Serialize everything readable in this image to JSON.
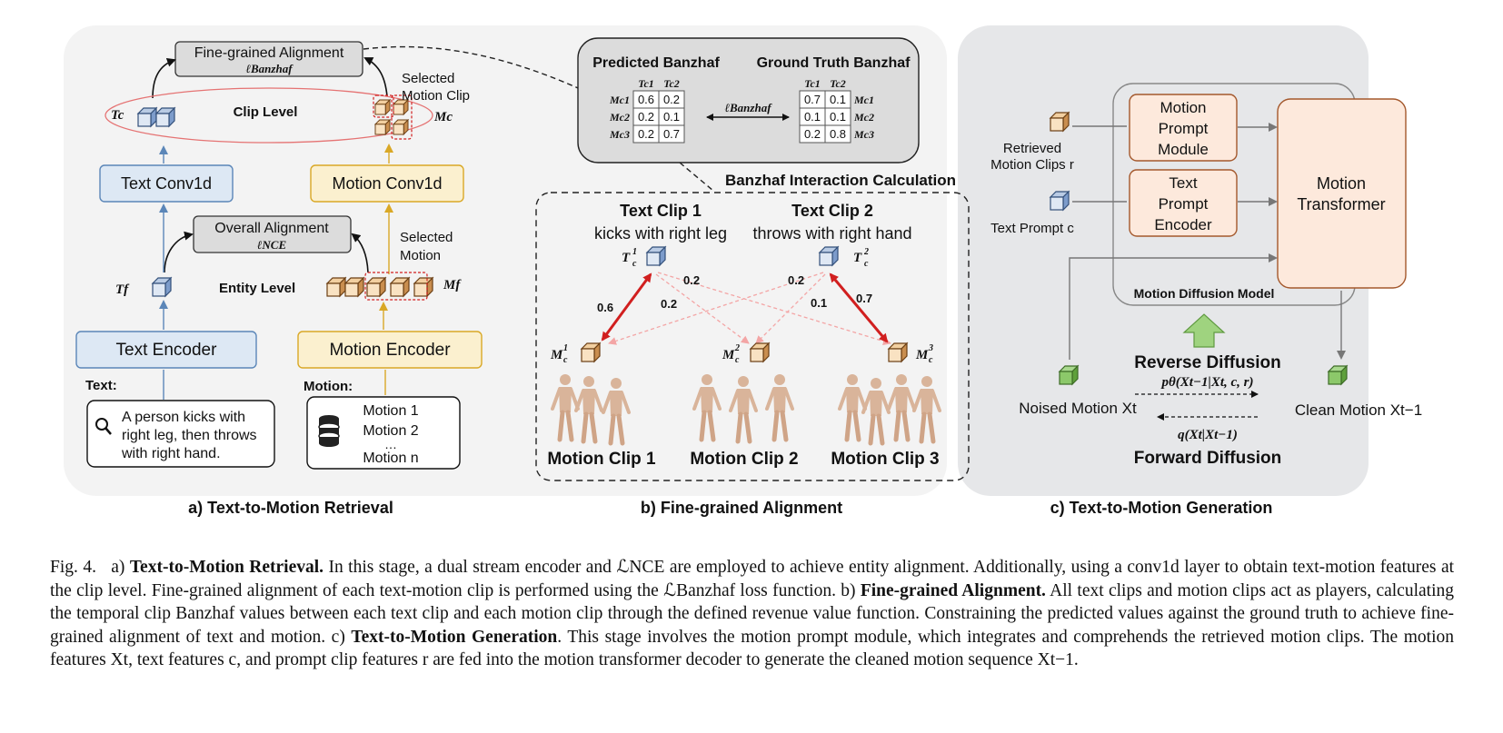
{
  "panel_a": {
    "title": "a) Text-to-Motion Retrieval",
    "fine_alignment": "Fine-grained Alignment",
    "fine_loss": "ℓBanzhaf",
    "tc": "Tc",
    "clip_level": "Clip Level",
    "selected_motion_clip_1": "Selected",
    "selected_motion_clip_2": "Motion Clip",
    "mc": "Mc",
    "text_conv": "Text Conv1d",
    "motion_conv": "Motion Conv1d",
    "overall_alignment": "Overall Alignment",
    "overall_loss": "ℓNCE",
    "selected_motion_1": "Selected",
    "selected_motion_2": "Motion",
    "tf": "Tf",
    "entity_level": "Entity Level",
    "mf": "Mf",
    "text_encoder": "Text Encoder",
    "motion_encoder": "Motion Encoder",
    "text_label": "Text:",
    "text_content": [
      "A person kicks with",
      "right leg, then throws",
      "with right hand."
    ],
    "motion_label": "Motion:",
    "motion_items": [
      "Motion 1",
      "Motion 2",
      "…",
      "Motion n"
    ]
  },
  "panel_b": {
    "title": "b) Fine-grained Alignment",
    "predicted": "Predicted Banzhaf",
    "ground_truth": "Ground Truth Banzhaf",
    "loss": "ℓBanzhaf",
    "cols": [
      "Tc1",
      "Tc2"
    ],
    "rows": [
      "Mc1",
      "Mc2",
      "Mc3"
    ],
    "pred_values": [
      [
        "0.6",
        "0.2"
      ],
      [
        "0.2",
        "0.1"
      ],
      [
        "0.2",
        "0.7"
      ]
    ],
    "gt_values": [
      [
        "0.7",
        "0.1"
      ],
      [
        "0.1",
        "0.1"
      ],
      [
        "0.2",
        "0.8"
      ]
    ],
    "calc_title": "Banzhaf Interaction Calculation",
    "text_clip_1": "Text Clip 1",
    "text_clip_1_desc": "kicks with right leg",
    "text_clip_2": "Text Clip 2",
    "text_clip_2_desc": "throws with right hand",
    "t1": "T",
    "t2": "T",
    "m1": "M",
    "m2": "M",
    "m3": "M",
    "edge_values": [
      "0.6",
      "0.2",
      "0.2",
      "0.2",
      "0.1",
      "0.7"
    ],
    "motion_clips": [
      "Motion Clip 1",
      "Motion Clip 2",
      "Motion Clip 3"
    ]
  },
  "panel_c": {
    "title": "c) Text-to-Motion Generation",
    "retrieved_1": "Retrieved",
    "retrieved_2": "Motion Clips r",
    "text_prompt": "Text Prompt c",
    "mpm": [
      "Motion",
      "Prompt",
      "Module"
    ],
    "tpe": [
      "Text",
      "Prompt",
      "Encoder"
    ],
    "transformer": [
      "Motion",
      "Transformer"
    ],
    "mdm": "Motion Diffusion Model",
    "reverse": "Reverse Diffusion",
    "reverse_formula": "pθ(Xt−1|Xt, c, r)",
    "forward_formula": "q(Xt|Xt−1)",
    "forward": "Forward  Diffusion",
    "noised": "Noised Motion Xt",
    "clean": "Clean Motion Xt−1"
  },
  "caption": {
    "fig": "Fig. 4.",
    "a_label": "a) ",
    "a_bold": "Text-to-Motion Retrieval.",
    "a_text": " In this stage, a dual stream encoder and ℒNCE are employed to achieve entity alignment. Additionally, using a conv1d layer to obtain text-motion features at the clip level. Fine-grained alignment of each text-motion clip is performed using the ℒBanzhaf loss function. b) ",
    "b_bold": "Fine-grained Alignment.",
    "b_text": " All text clips and motion clips act as players, calculating the temporal clip Banzhaf values between each text clip and each motion clip through the defined revenue value function. Constraining the predicted values against the ground truth to achieve fine-grained alignment of text and motion. c) ",
    "c_bold": "Text-to-Motion Generation",
    "c_text": ". This stage involves the motion prompt module, which integrates and comprehends the retrieved motion clips. The motion features Xt, text features c, and prompt clip features r are fed into the motion transformer decoder to generate the cleaned motion sequence Xt−1."
  },
  "colors": {
    "panel_bg": "#f3f3f3",
    "panel_c_bg": "#e6e7e9",
    "blue_box": "#dde8f4",
    "blue_border": "#5b86b8",
    "yellow_box": "#fbf0cf",
    "yellow_border": "#d9a826",
    "gray_box": "#dcdcdc",
    "red": "#d11f1f",
    "peach_box": "#fde9dc",
    "peach_border": "#a4582c",
    "green": "#7fbf5a"
  }
}
